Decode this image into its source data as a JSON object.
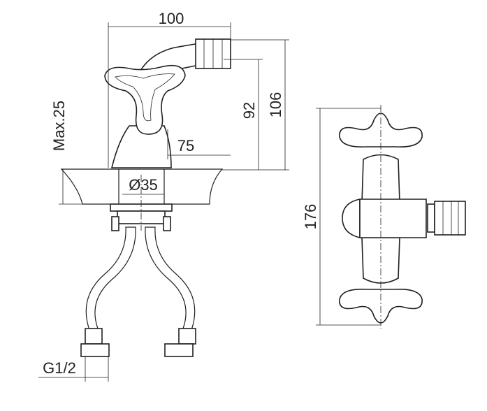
{
  "title": "Bidet mixer technical drawing",
  "dimensions": {
    "width_top": "100",
    "height_total": "106",
    "height_spout": "92",
    "max_countertop": "Max.25",
    "spout_reach": "75",
    "hole_diameter": "Ø35",
    "handle_span": "176",
    "thread": "G1/2"
  },
  "colors": {
    "line": "#231f20",
    "background": "#ffffff"
  }
}
